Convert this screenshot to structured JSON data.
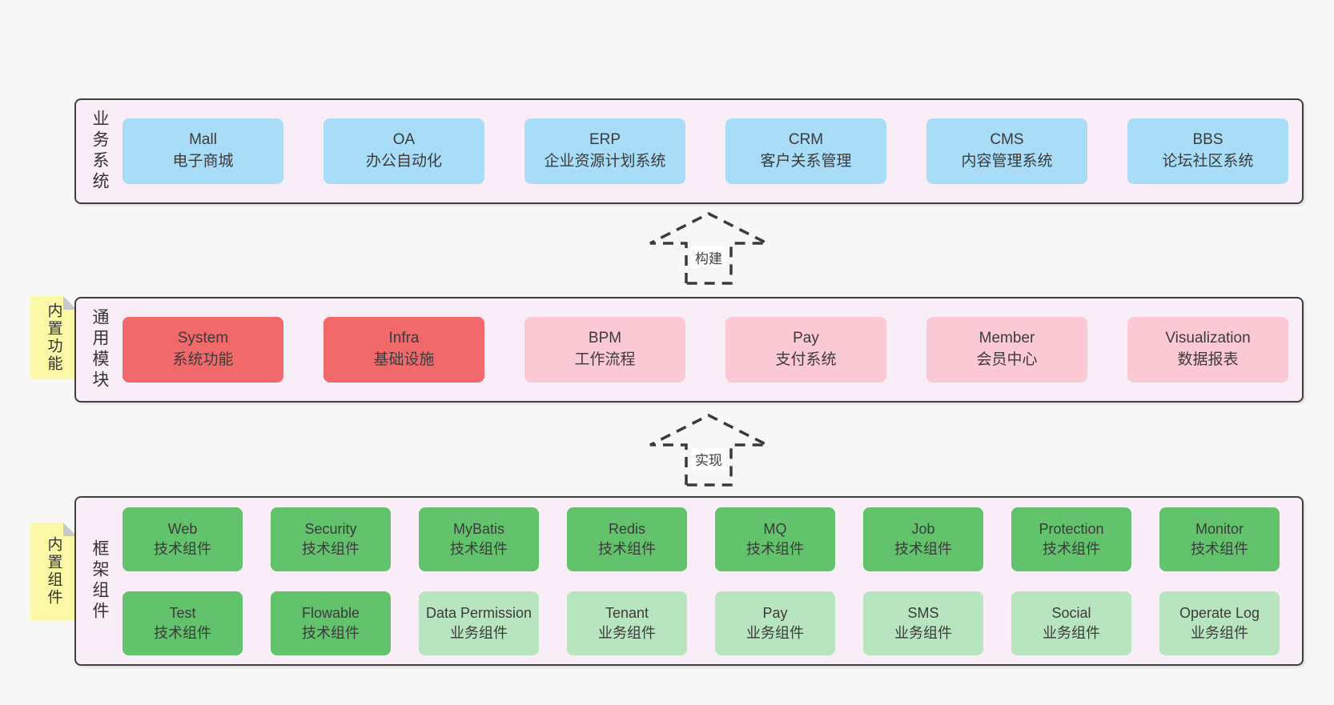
{
  "page": {
    "bg": "#f7f7f7"
  },
  "colors": {
    "blue": "#a9dcf6",
    "red": "#f2696c",
    "pink": "#fbc9d4",
    "green": "#62c36c",
    "lightgreen": "#b8e5bf",
    "panel_bg": "#f9eef7",
    "panel_border": "#3f3f3f",
    "tag_yellow": "#fbf9a6",
    "tag_fold": "#c9c9c9",
    "arrow_stroke": "#3a3a3a",
    "text": "#3b3b3b"
  },
  "arrows": [
    {
      "label": "构建"
    },
    {
      "label": "实现"
    }
  ],
  "layers": [
    {
      "label": "业务系统",
      "tag": null,
      "rows": [
        [
          {
            "title": "Mall",
            "subtitle": "电子商城",
            "variant": "blue"
          },
          {
            "title": "OA",
            "subtitle": "办公自动化",
            "variant": "blue"
          },
          {
            "title": "ERP",
            "subtitle": "企业资源计划系统",
            "variant": "blue"
          },
          {
            "title": "CRM",
            "subtitle": "客户关系管理",
            "variant": "blue"
          },
          {
            "title": "CMS",
            "subtitle": "内容管理系统",
            "variant": "blue"
          },
          {
            "title": "BBS",
            "subtitle": "论坛社区系统",
            "variant": "blue"
          }
        ]
      ]
    },
    {
      "label": "通用模块",
      "tag": "内置功能",
      "rows": [
        [
          {
            "title": "System",
            "subtitle": "系统功能",
            "variant": "red"
          },
          {
            "title": "Infra",
            "subtitle": "基础设施",
            "variant": "red"
          },
          {
            "title": "BPM",
            "subtitle": "工作流程",
            "variant": "pink"
          },
          {
            "title": "Pay",
            "subtitle": "支付系统",
            "variant": "pink"
          },
          {
            "title": "Member",
            "subtitle": "会员中心",
            "variant": "pink"
          },
          {
            "title": "Visualization",
            "subtitle": "数据报表",
            "variant": "pink"
          }
        ]
      ]
    },
    {
      "label": "框架组件",
      "tag": "内置组件",
      "rows": [
        [
          {
            "title": "Web",
            "subtitle": "技术组件",
            "variant": "green"
          },
          {
            "title": "Security",
            "subtitle": "技术组件",
            "variant": "green"
          },
          {
            "title": "MyBatis",
            "subtitle": "技术组件",
            "variant": "green"
          },
          {
            "title": "Redis",
            "subtitle": "技术组件",
            "variant": "green"
          },
          {
            "title": "MQ",
            "subtitle": "技术组件",
            "variant": "green"
          },
          {
            "title": "Job",
            "subtitle": "技术组件",
            "variant": "green"
          },
          {
            "title": "Protection",
            "subtitle": "技术组件",
            "variant": "green"
          },
          {
            "title": "Monitor",
            "subtitle": "技术组件",
            "variant": "green"
          }
        ],
        [
          {
            "title": "Test",
            "subtitle": "技术组件",
            "variant": "green"
          },
          {
            "title": "Flowable",
            "subtitle": "技术组件",
            "variant": "green"
          },
          {
            "title": "Data Permission",
            "subtitle": "业务组件",
            "variant": "lightgreen"
          },
          {
            "title": "Tenant",
            "subtitle": "业务组件",
            "variant": "lightgreen"
          },
          {
            "title": "Pay",
            "subtitle": "业务组件",
            "variant": "lightgreen"
          },
          {
            "title": "SMS",
            "subtitle": "业务组件",
            "variant": "lightgreen"
          },
          {
            "title": "Social",
            "subtitle": "业务组件",
            "variant": "lightgreen"
          },
          {
            "title": "Operate Log",
            "subtitle": "业务组件",
            "variant": "lightgreen"
          }
        ]
      ]
    }
  ]
}
